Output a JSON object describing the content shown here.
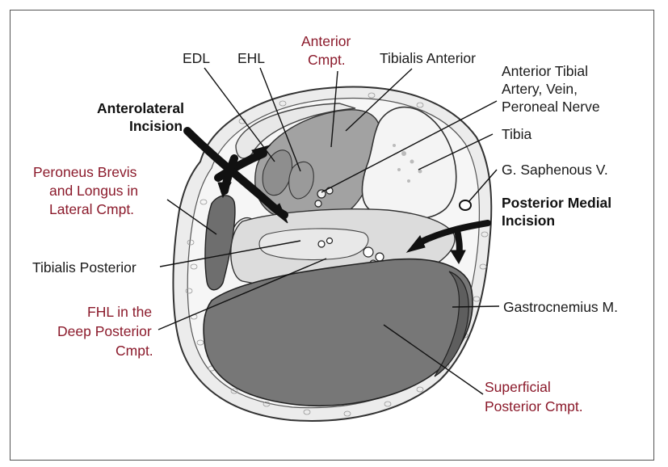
{
  "colors": {
    "compartment_label": "#8b1a2b",
    "structure_label": "#1a1a1a",
    "muscle_dark": "#6e6e6e",
    "muscle_mid": "#a0a0a0",
    "muscle_light": "#d9d9d9",
    "fat_tissue": "#e4e4e4",
    "arrow": "#111111"
  },
  "labels": {
    "edl": "EDL",
    "ehl": "EHL",
    "anterior_cmpt": [
      "Anterior",
      "Cmpt."
    ],
    "tibialis_anterior": "Tibialis Anterior",
    "anterior_tibial": [
      "Anterior Tibial",
      "Artery, Vein,",
      "Peroneal Nerve"
    ],
    "tibia": "Tibia",
    "g_saphenous": "G. Saphenous V.",
    "anterolateral_incision": [
      "Anterolateral",
      "Incision"
    ],
    "posterior_medial_incision": [
      "Posterior Medial",
      "Incision"
    ],
    "peroneus": [
      "Peroneus Brevis",
      "and Longus in",
      "Lateral Cmpt."
    ],
    "tibialis_posterior": "Tibialis Posterior",
    "fhl": [
      "FHL in the",
      "Deep Posterior",
      "Cmpt."
    ],
    "gastrocnemius": "Gastrocnemius M.",
    "superficial_posterior": [
      "Superficial",
      "Posterior Cmpt."
    ]
  }
}
